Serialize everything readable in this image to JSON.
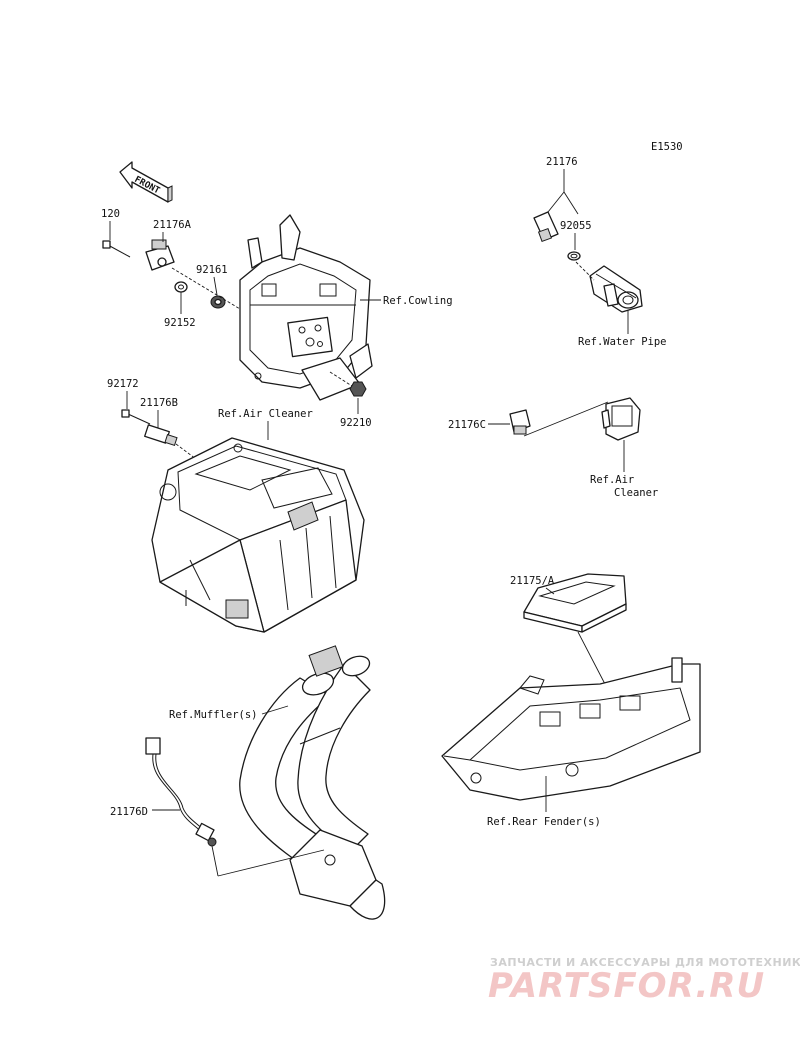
{
  "diagram": {
    "code": "E1530",
    "front_arrow_text": "FRONT",
    "parts": {
      "p120": "120",
      "p21176A": "21176A",
      "p92161": "92161",
      "p92152": "92152",
      "p92172": "92172",
      "p21176B": "21176B",
      "p92210": "92210",
      "p21176": "21176",
      "p92055": "92055",
      "p21176C": "21176C",
      "p21175A": "21175/A",
      "p21176D": "21176D"
    },
    "refs": {
      "cowling": "Ref.Cowling",
      "air_cleaner_top": "Ref.Air Cleaner",
      "water_pipe": "Ref.Water Pipe",
      "air_cleaner_right_1": "Ref.Air",
      "air_cleaner_right_2": "Cleaner",
      "mufflers": "Ref.Muffler(s)",
      "rear_fender": "Ref.Rear Fender(s)"
    }
  },
  "watermark": {
    "subtitle": "ЗАПЧАСТИ И АКСЕССУАРЫ ДЛЯ МОТОТЕХНИКИ",
    "brand": "PARTSFOR.RU"
  }
}
